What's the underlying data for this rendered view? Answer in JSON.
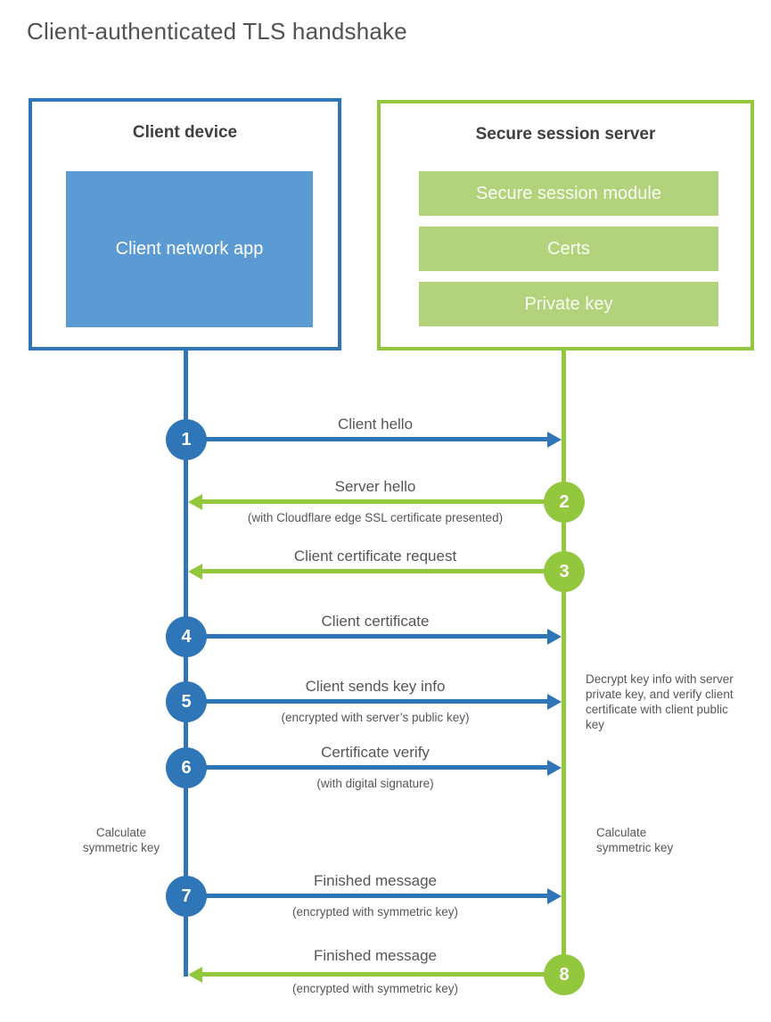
{
  "title": "Client-authenticated TLS handshake",
  "colors": {
    "client_blue": "#2e76b8",
    "client_blue_fill": "#5b9ad2",
    "server_green": "#92c73e",
    "server_green_fill": "#b2d37c"
  },
  "client": {
    "title": "Client device",
    "app": "Client network app"
  },
  "server": {
    "title": "Secure session server",
    "modules": [
      "Secure session module",
      "Certs",
      "Private key"
    ]
  },
  "steps": [
    {
      "num": "1",
      "from": "client",
      "to": "server",
      "label": "Client hello",
      "note": ""
    },
    {
      "num": "2",
      "from": "server",
      "to": "client",
      "label": "Server hello",
      "note": "(with Cloudflare edge SSL certificate presented)"
    },
    {
      "num": "3",
      "from": "server",
      "to": "client",
      "label": "Client certificate request",
      "note": ""
    },
    {
      "num": "4",
      "from": "client",
      "to": "server",
      "label": "Client certificate",
      "note": ""
    },
    {
      "num": "5",
      "from": "client",
      "to": "server",
      "label": "Client sends key info",
      "note": "(encrypted with server’s public key)"
    },
    {
      "num": "6",
      "from": "client",
      "to": "server",
      "label": "Certificate verify",
      "note": "(with digital signature)"
    },
    {
      "num": "7",
      "from": "client",
      "to": "server",
      "label": "Finished message",
      "note": "(encrypted with symmetric key)"
    },
    {
      "num": "8",
      "from": "server",
      "to": "client",
      "label": "Finished message",
      "note": "(encrypted with symmetric key)"
    }
  ],
  "annotations": {
    "decrypt_note": "Decrypt key info with server private key, and verify client certificate with client public key",
    "calc_left": "Calculate symmetric key",
    "calc_right": "Calculate symmetric key"
  }
}
